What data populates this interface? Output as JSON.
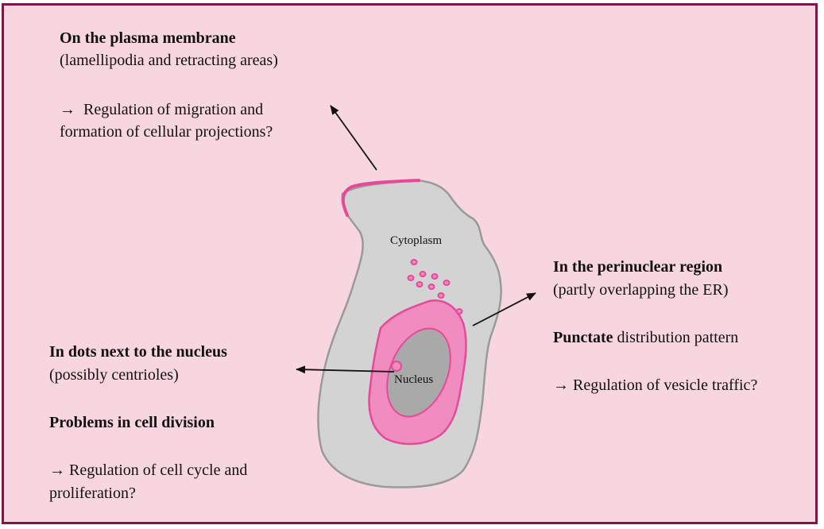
{
  "plasma_membrane": {
    "title": "On the plasma membrane",
    "detail": "(lamellipodia and retracting areas)",
    "arrow": "→",
    "question_line1": "Regulation of migration and",
    "question_line2": "formation of cellular projections?"
  },
  "perinuclear": {
    "title": "In the perinuclear region",
    "detail": "(partly overlapping the ER)",
    "pattern_bold": "Punctate",
    "pattern_rest": " distribution pattern",
    "question": "→ Regulation of vesicle traffic?"
  },
  "nucleus_dots": {
    "title": "In dots next to the nucleus",
    "detail": "(possibly centrioles)",
    "problem": "Problems in cell division",
    "question_line1": "→ Regulation of cell cycle and",
    "question_line2": "proliferation?"
  },
  "cell_labels": {
    "cytoplasm": "Cytoplasm",
    "nucleus": "Nucleus"
  },
  "colors": {
    "background": "#f8d6e0",
    "border": "#7a1848",
    "cell_fill": "#d3d3d3",
    "cell_outline": "#9a9a9a",
    "magenta": "#e8489a",
    "perinuclear_fill": "#f08cc0",
    "nucleus_fill": "#a9a9a9"
  }
}
